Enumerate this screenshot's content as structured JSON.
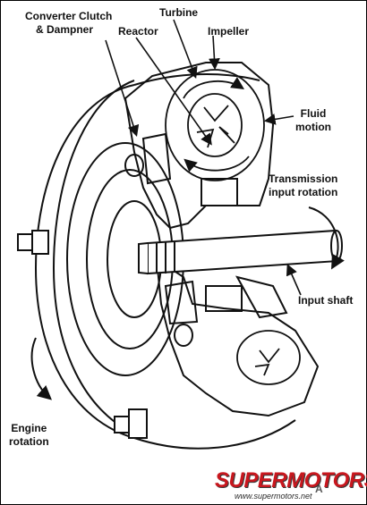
{
  "labels": {
    "converter_clutch_line1": "Converter Clutch",
    "converter_clutch_line2": "& Dampner",
    "turbine": "Turbine",
    "reactor": "Reactor",
    "impeller": "Impeller",
    "fluid_motion_line1": "Fluid",
    "fluid_motion_line2": "motion",
    "transmission_line1": "Transmission",
    "transmission_line2": "input rotation",
    "input_shaft": "Input shaft",
    "engine_line1": "Engine",
    "engine_line2": "rotation"
  },
  "watermark": {
    "logo": "SUPERMOTORS",
    "url": "www.supermotors.net",
    "figure_code": "A"
  },
  "colors": {
    "ink": "#111111",
    "paper": "#ffffff",
    "brand_red": "#c8171e"
  }
}
